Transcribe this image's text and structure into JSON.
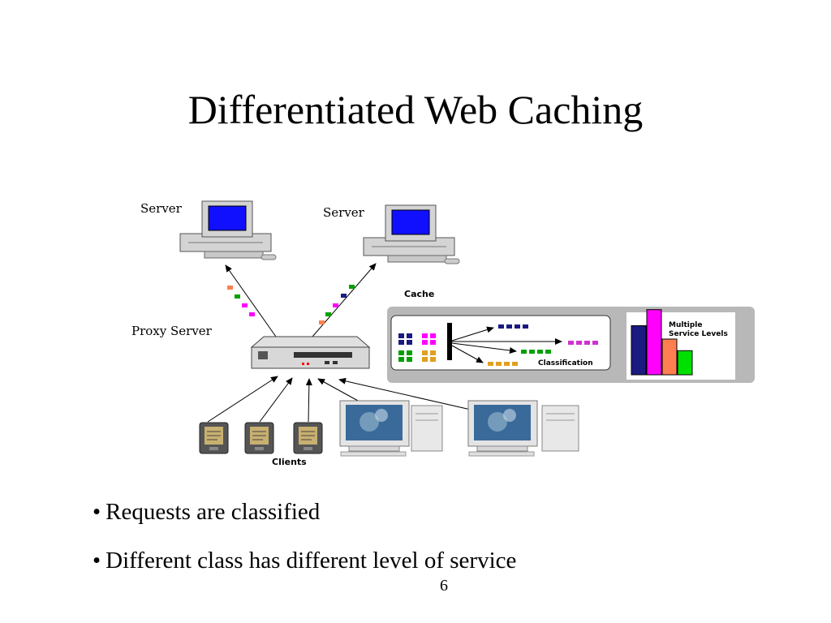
{
  "slide": {
    "title": "Differentiated Web Caching",
    "page_number": "6"
  },
  "diagram": {
    "server_left_label": "Server",
    "server_right_label": "Server",
    "cache_label": "Cache",
    "proxy_label": "Proxy Server",
    "clients_label": "Clients",
    "classification_label": "Classification",
    "service_levels_line1": "Multiple",
    "service_levels_line2": "Service Levels",
    "service_level_values": [
      0.55,
      0.73,
      0.4,
      0.27
    ],
    "colors": {
      "screen_blue": "#1010ff",
      "navy": "#1a1a80",
      "magenta": "#ff00ff",
      "orange": "#ff7f50",
      "green": "#00e000",
      "cache_panel": "#b8b8b8"
    }
  },
  "bullets": [
    "Requests are classified",
    "Different class has different level of service"
  ]
}
